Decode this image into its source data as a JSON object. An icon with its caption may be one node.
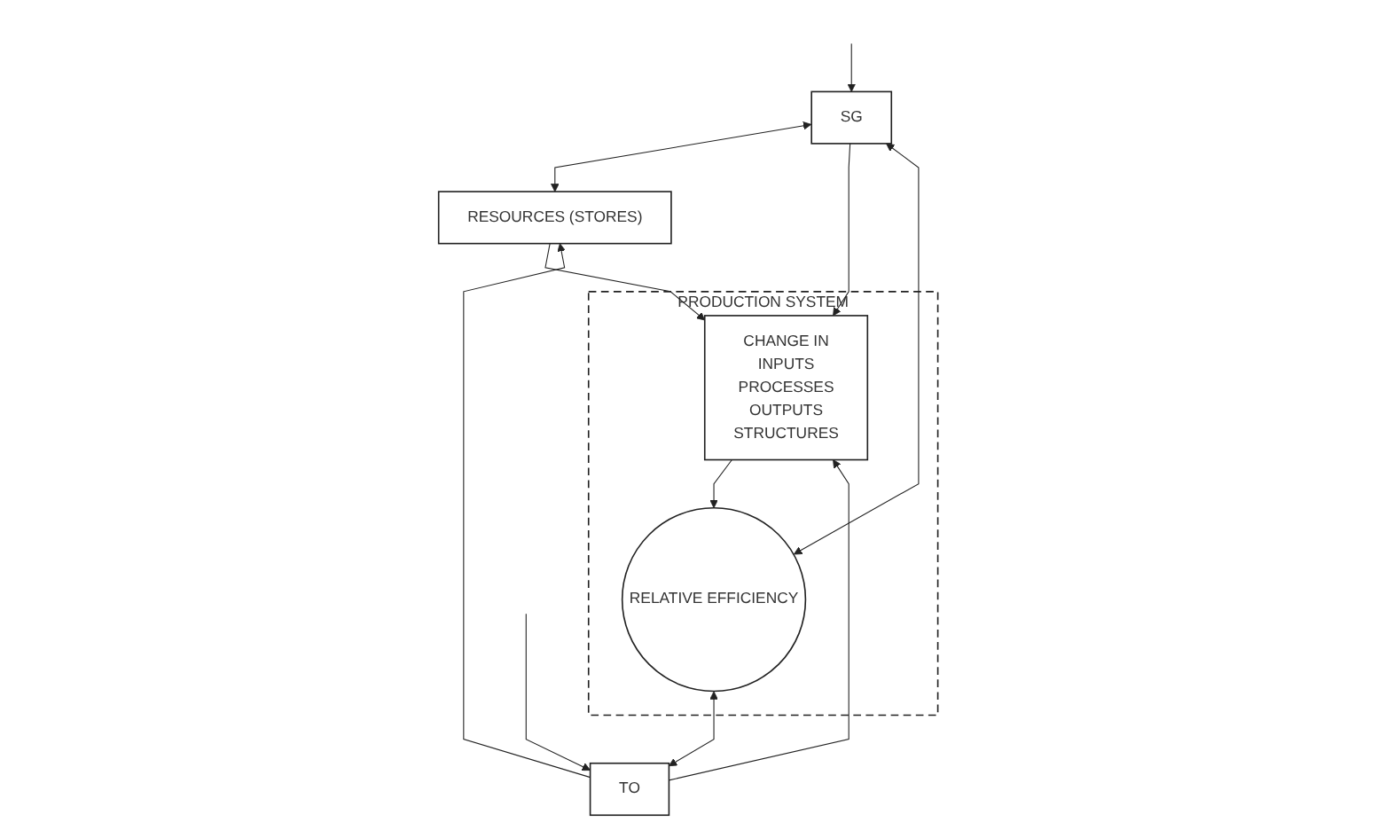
{
  "diagram": {
    "nodes": [
      {
        "text": [
          "SG"
        ]
      },
      {
        "text": [
          "RESOURCES (STORES)"
        ]
      },
      {
        "text": [
          "PRODUCTION SYSTEM"
        ]
      },
      {
        "text": [
          "CHANGE IN",
          "INPUTS",
          "PROCESSES",
          "OUTPUTS",
          "STRUCTURES"
        ],
        "in": 2
      },
      {
        "text": [
          "RELATIVE EFFICIENCY"
        ],
        "in": 2
      },
      {
        "text": [
          "TO"
        ]
      }
    ],
    "edges": [
      {
        "from": null,
        "to": 0,
        "arrow": "to"
      },
      {
        "from": 0,
        "to": 1,
        "arrow": "both"
      },
      {
        "from": 4,
        "to": 0,
        "arrow": "both"
      },
      {
        "from": 0,
        "to": 3,
        "arrow": "to"
      },
      {
        "from": 1,
        "to": 3,
        "arrow": "to"
      },
      {
        "from": 3,
        "to": 4,
        "arrow": "to"
      },
      {
        "from": 5,
        "to": 3,
        "arrow": "to"
      },
      {
        "from": 5,
        "to": 1,
        "arrow": "to"
      },
      {
        "from": 4,
        "to": 5,
        "arrow": "both"
      },
      {
        "from": null,
        "to": 5,
        "arrow": "to"
      }
    ]
  }
}
